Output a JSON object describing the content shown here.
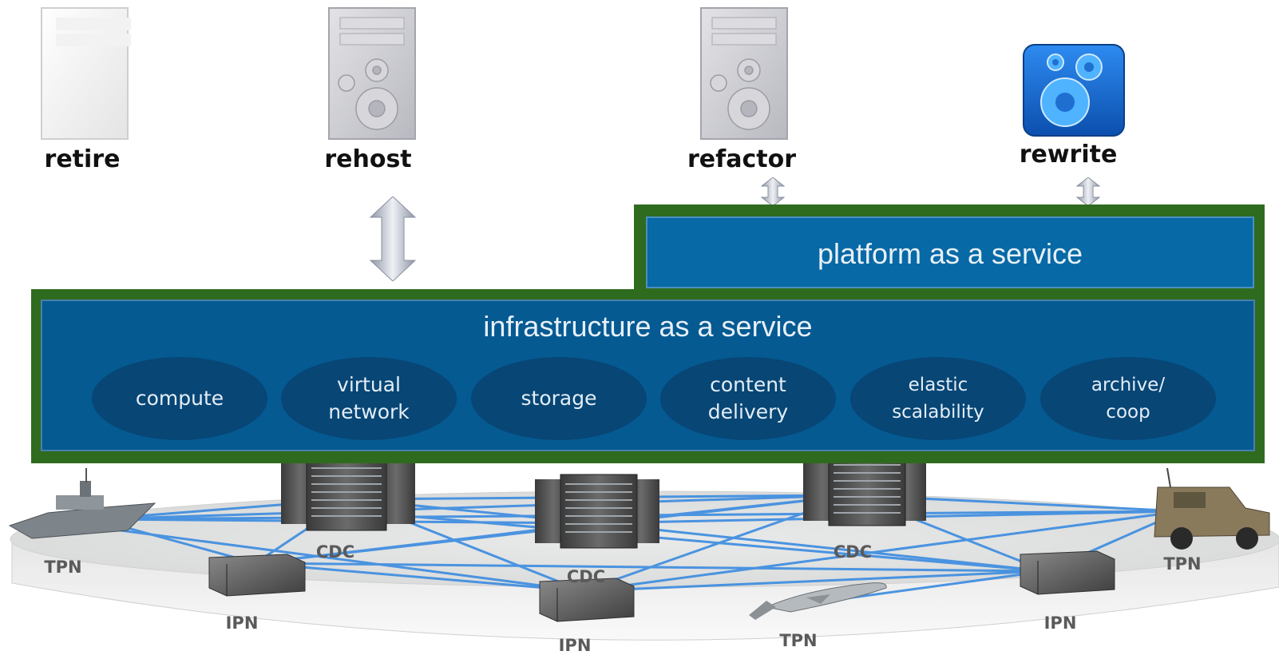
{
  "strategies": {
    "retire": "retire",
    "rehost": "rehost",
    "refactor": "refactor",
    "rewrite": "rewrite"
  },
  "layers": {
    "paas": "platform as a service",
    "iaas": "infrastructure as a service"
  },
  "services": [
    "compute",
    "virtual\nnetwork",
    "storage",
    "content\ndelivery",
    "elastic\nscalability",
    "archive/\ncoop"
  ],
  "nodes": {
    "tpn": "TPN",
    "cdc": "CDC",
    "ipn": "IPN"
  },
  "colors": {
    "layer_border": "#2f6b1e",
    "iaas_fill": "#055a92",
    "paas_fill": "#0769a6",
    "service_fill": "#074675",
    "network_line": "#3a8be0"
  }
}
